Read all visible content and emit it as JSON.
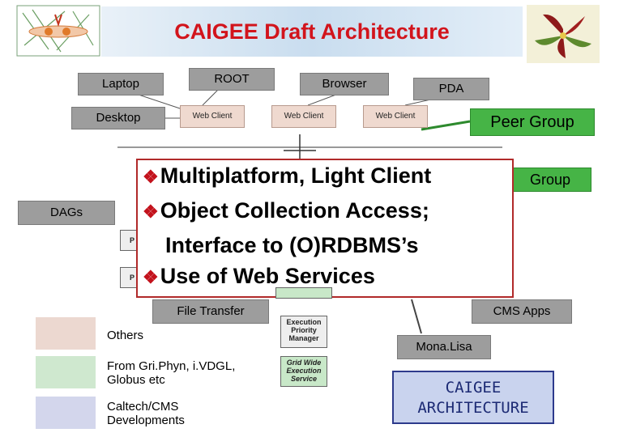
{
  "title": "CAIGEE Draft Architecture",
  "labels": {
    "laptop": "Laptop",
    "root": "ROOT",
    "browser": "Browser",
    "pda": "PDA",
    "desktop": "Desktop",
    "peer_group": "Peer Group",
    "group_partial": "Group",
    "dags": "DAGs",
    "file_transfer": "File Transfer",
    "cms_apps": "CMS Apps",
    "monalisa": "Mona.Lisa",
    "web_client": "Web Client",
    "small_p1": "P",
    "small_p2": "P",
    "exec_priority": "Execution Priority Manager",
    "grid_wide": "Grid Wide Execution Service"
  },
  "overlay": {
    "lines": [
      "Multiplatform, Light Client",
      "Object Collection Access;",
      "Interface to (O)RDBMS’s",
      "Use of Web Services"
    ]
  },
  "legend": [
    {
      "text": "Others",
      "color": "#ecd8d0"
    },
    {
      "text": "From Gri.Phyn, i.VDGL, Globus etc",
      "color": "#cfe8cf"
    },
    {
      "text": "Caltech/CMS Developments",
      "color": "#d3d6ec"
    }
  ],
  "arch_box": {
    "line1": "CAIGEE",
    "line2": "ARCHITECTURE"
  },
  "colors": {
    "title": "#d2141c",
    "grey_callout": "#9d9d9d",
    "green_callout": "#46b446",
    "overlay_border": "#b12a2a"
  }
}
